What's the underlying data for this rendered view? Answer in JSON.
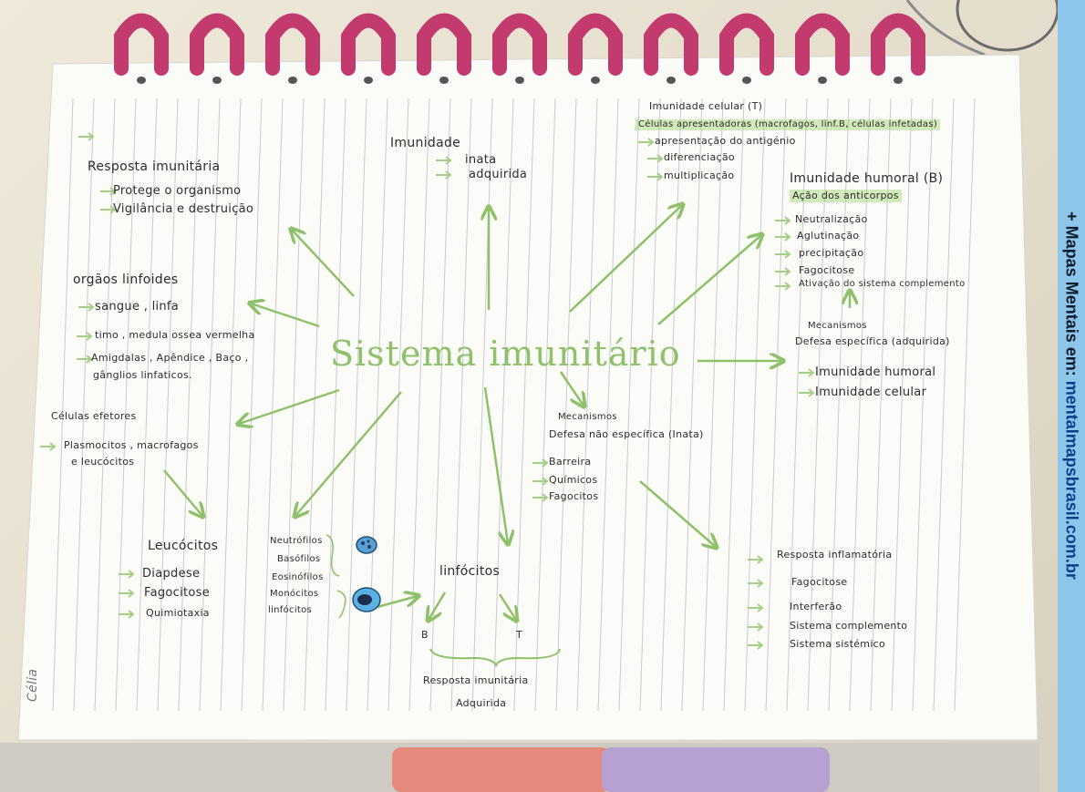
{
  "colors": {
    "accent_green": "#8fc06a",
    "ring_pink": "#c23a6e",
    "side_banner": "#8ec5ea"
  },
  "sidebar": {
    "prefix": "+ Mapas Mentais em: ",
    "url": "mentalmapsbrasil.com.br"
  },
  "center": {
    "title": "Sistema imunitário"
  },
  "signature": "Célia",
  "notes": {
    "resposta": {
      "title": "Resposta imunitária",
      "items": [
        "Protege o organismo",
        "Vigilância e destruição"
      ]
    },
    "imunidade": {
      "title": "Imunidade",
      "items": [
        "inata",
        "adquirida"
      ]
    },
    "celular": {
      "title": "Imunidade celular (T)",
      "sub": "Células apresentadoras (macrofagos, linf.B, células infetadas)",
      "items": [
        "apresentação do antigénio",
        "diferenciação",
        "multiplicação"
      ]
    },
    "humoral": {
      "title": "Imunidade humoral (B)",
      "sub": "Ação dos anticorpos",
      "items": [
        "Neutralização",
        "Aglutinação",
        "precipitação",
        "Fagocitose",
        "Ativação do sistema complemento"
      ]
    },
    "orgaos": {
      "title": "orgãos linfoides",
      "items": [
        "sangue , linfa",
        "timo , medula ossea vermelha",
        "Amigdalas , Apêndice , Baço ,",
        "gânglios linfaticos."
      ]
    },
    "especifica": {
      "label": "Mecanismos",
      "title": "Defesa específica (adquirida)",
      "items": [
        "Imunidade humoral",
        "Imunidade celular"
      ]
    },
    "efetores": {
      "title": "Células efetores",
      "items": [
        "Plasmocitos , macrofagos",
        "e leucócitos"
      ]
    },
    "naoespecifica": {
      "label": "Mecanismos",
      "title": "Defesa não específica (Inata)",
      "items": [
        "Barreira",
        "Químicos",
        "Fagocitos"
      ]
    },
    "leucocitos": {
      "title": "Leucócitos",
      "items": [
        "Diapdese",
        "Fagocitose",
        "Quimiotaxia"
      ]
    },
    "tipos": {
      "items": [
        "Neutrófilos",
        "Basófilos",
        "Eosinófilos",
        "Monócitos",
        "linfócitos"
      ]
    },
    "linfocitos": {
      "title": "linfócitos",
      "b": "B",
      "t": "T",
      "caption": "Resposta imunitária",
      "caption2": "Adquirida"
    },
    "inflamatoria": {
      "title": "Resposta inflamatória",
      "items": [
        "Fagocitose",
        "Interferão",
        "Sistema complemento",
        "Sistema sistémico"
      ]
    }
  }
}
